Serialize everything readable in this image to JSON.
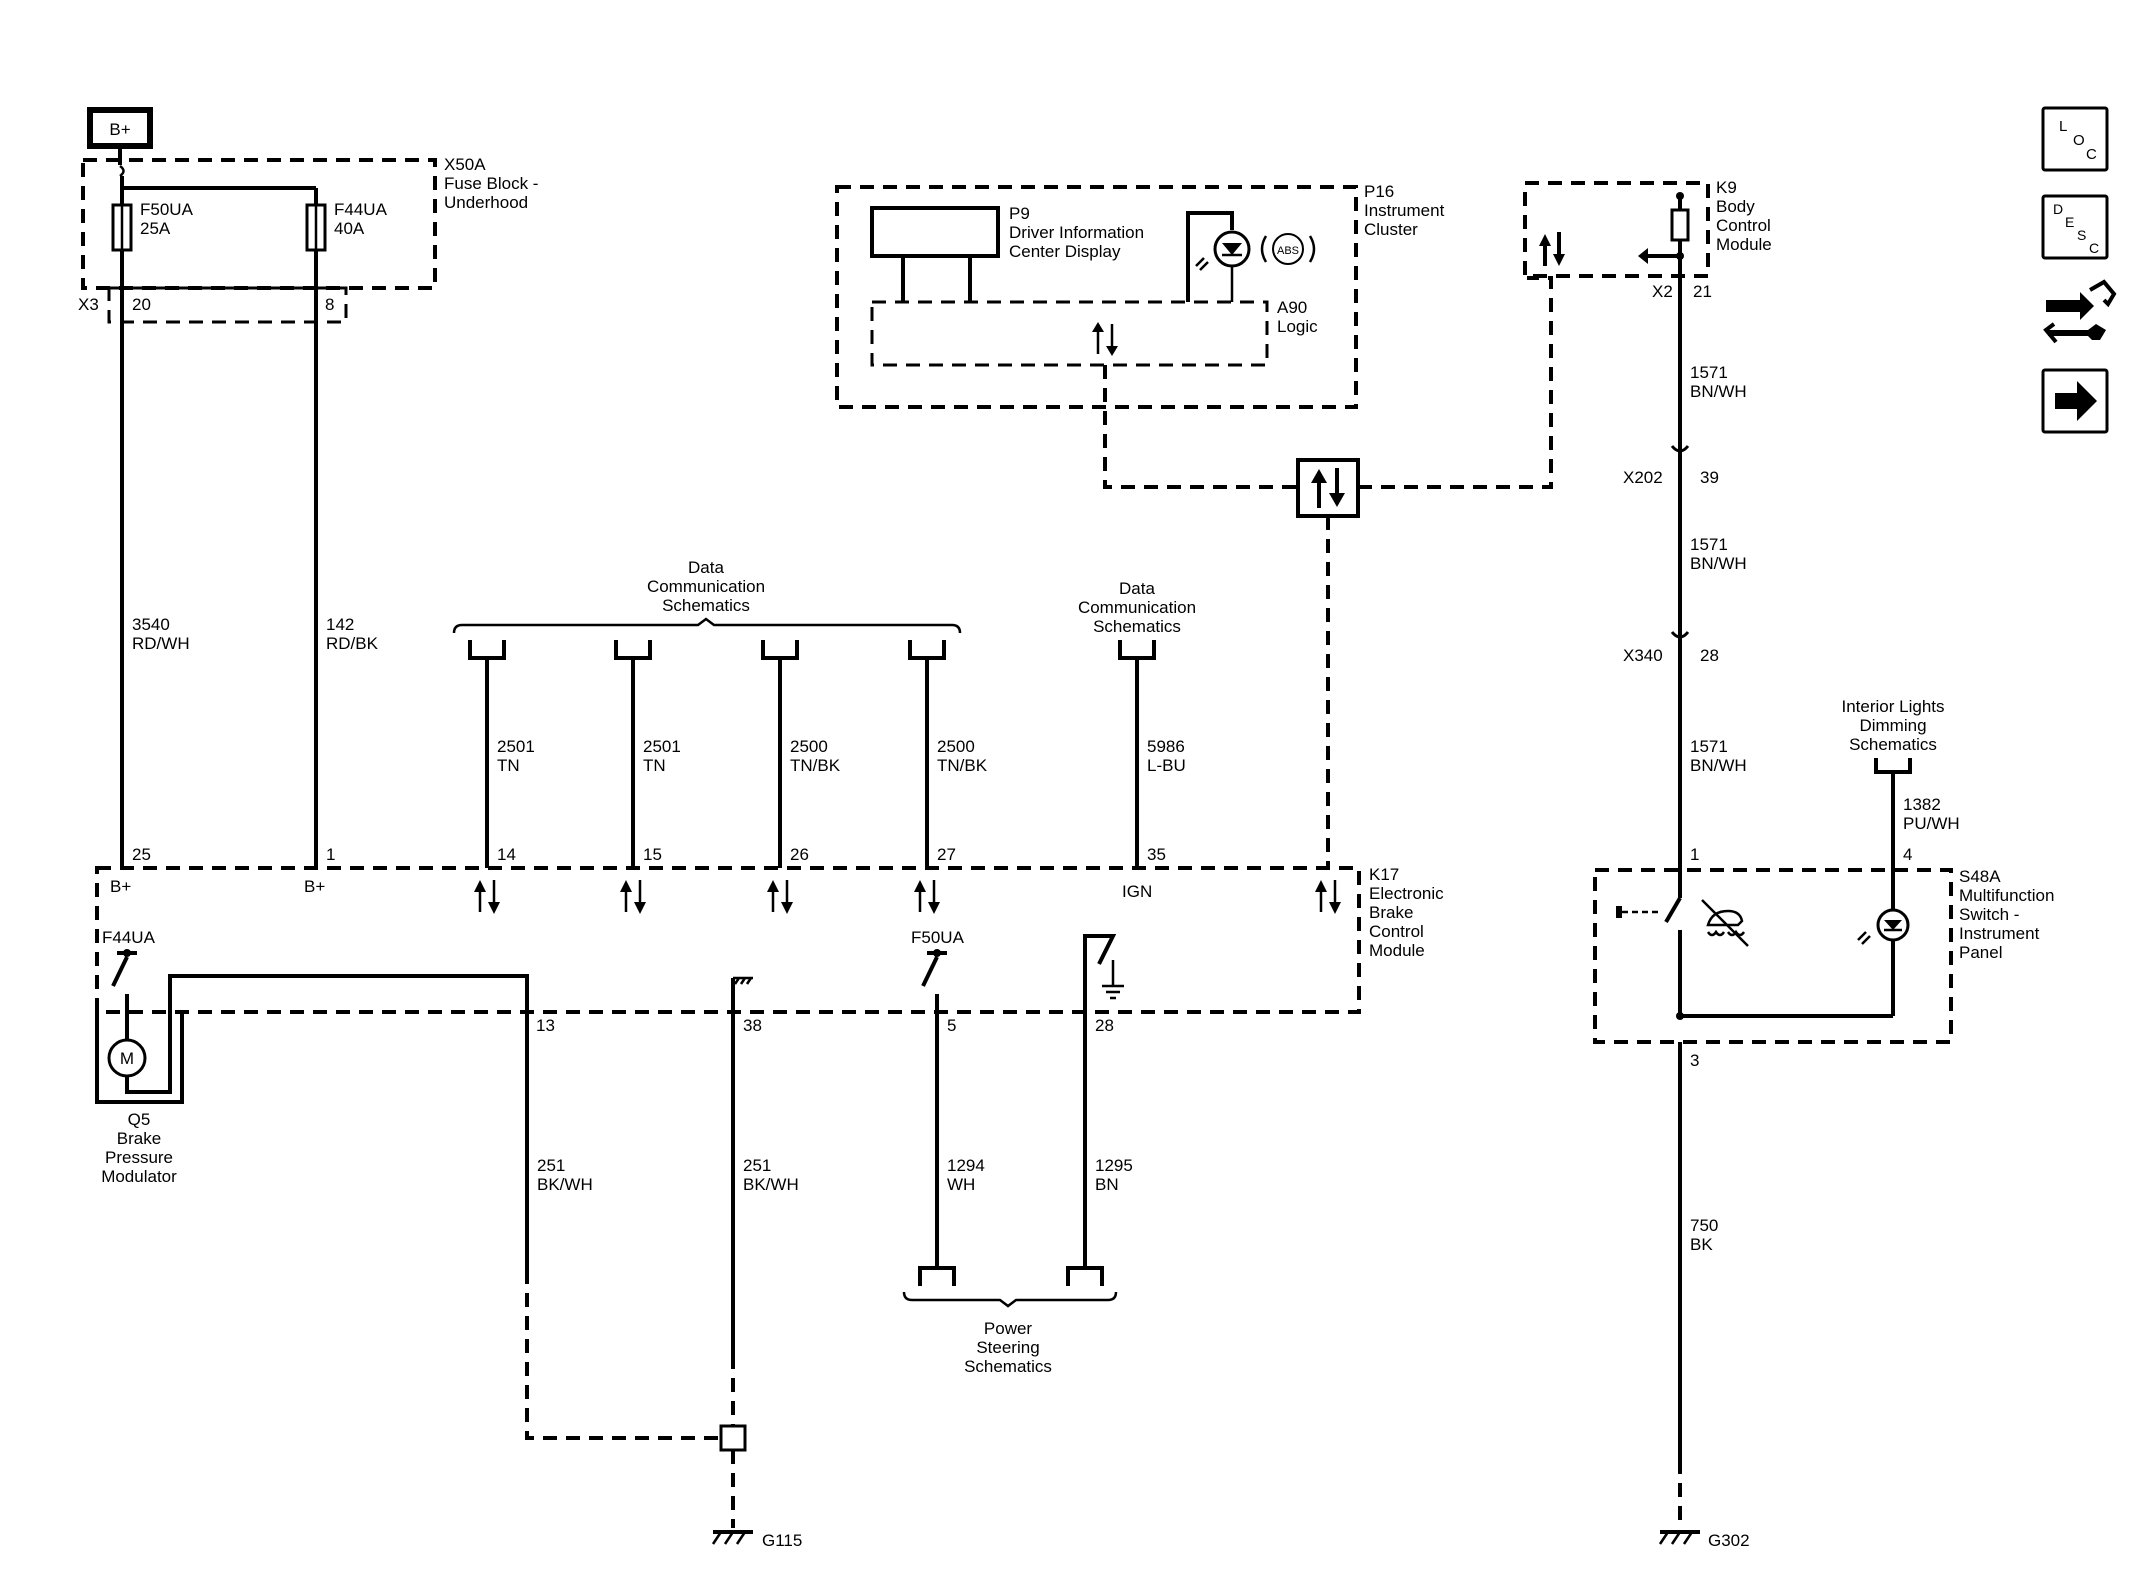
{
  "battery": {
    "label": "B+"
  },
  "x50a": {
    "id": "X50A",
    "name1": "Fuse Block -",
    "name2": "Underhood",
    "conn": "X3",
    "pin_a": "20",
    "pin_b": "8"
  },
  "fuses": {
    "f50": {
      "name": "F50UA",
      "rating": "25A"
    },
    "f44": {
      "name": "F44UA",
      "rating": "40A"
    }
  },
  "wires": {
    "w3540": {
      "circuit": "3540",
      "color": "RD/WH"
    },
    "w142": {
      "circuit": "142",
      "color": "RD/BK"
    },
    "w2501a": {
      "circuit": "2501",
      "color": "TN"
    },
    "w2501b": {
      "circuit": "2501",
      "color": "TN"
    },
    "w2500a": {
      "circuit": "2500",
      "color": "TN/BK"
    },
    "w2500b": {
      "circuit": "2500",
      "color": "TN/BK"
    },
    "w5986": {
      "circuit": "5986",
      "color": "L-BU"
    },
    "w251a": {
      "circuit": "251",
      "color": "BK/WH"
    },
    "w251b": {
      "circuit": "251",
      "color": "BK/WH"
    },
    "w1294": {
      "circuit": "1294",
      "color": "WH"
    },
    "w1295": {
      "circuit": "1295",
      "color": "BN"
    },
    "w1571a": {
      "circuit": "1571",
      "color": "BN/WH"
    },
    "w1571b": {
      "circuit": "1571",
      "color": "BN/WH"
    },
    "w1571c": {
      "circuit": "1571",
      "color": "BN/WH"
    },
    "w1382": {
      "circuit": "1382",
      "color": "PU/WH"
    },
    "w750": {
      "circuit": "750",
      "color": "BK"
    }
  },
  "references": {
    "data_comm_1": [
      "Data",
      "Communication",
      "Schematics"
    ],
    "data_comm_2": [
      "Data",
      "Communication",
      "Schematics"
    ],
    "power_steering": [
      "Power",
      "Steering",
      "Schematics"
    ],
    "interior_lights": [
      "Interior Lights",
      "Dimming",
      "Schematics"
    ]
  },
  "p16": {
    "id": "P16",
    "name1": "Instrument",
    "name2": "Cluster"
  },
  "p9": {
    "id": "P9",
    "name1": "Driver Information",
    "name2": "Center Display"
  },
  "a90": {
    "id": "A90",
    "name1": "Logic"
  },
  "abs_symbol": "ABS",
  "k9": {
    "id": "K9",
    "name1": "Body",
    "name2": "Control",
    "name3": "Module",
    "conn": "X2",
    "pin": "21"
  },
  "connectors": {
    "x202": {
      "id": "X202",
      "pin": "39"
    },
    "x340": {
      "id": "X340",
      "pin": "28"
    }
  },
  "k17": {
    "id": "K17",
    "name1": "Electronic",
    "name2": "Brake",
    "name3": "Control",
    "name4": "Module",
    "top_pins": [
      "25",
      "1",
      "14",
      "15",
      "26",
      "27",
      "35"
    ],
    "bottom_pins": [
      "13",
      "38",
      "5",
      "28"
    ],
    "label_bplus_1": "B+",
    "label_bplus_2": "B+",
    "label_ign": "IGN",
    "fuse_label_1": "F44UA",
    "fuse_label_2": "F50UA"
  },
  "q5": {
    "id": "Q5",
    "name1": "Brake",
    "name2": "Pressure",
    "name3": "Modulator",
    "motor": "M"
  },
  "s48a": {
    "id": "S48A",
    "name1": "Multifunction",
    "name2": "Switch -",
    "name3": "Instrument",
    "name4": "Panel",
    "pin_1": "1",
    "pin_4": "4",
    "pin_3": "3"
  },
  "grounds": {
    "g115": "G115",
    "g302": "G302"
  },
  "nav_icons": {
    "loc": [
      "L",
      "O",
      "C"
    ],
    "desc": [
      "D",
      "E",
      "S",
      "C"
    ]
  }
}
